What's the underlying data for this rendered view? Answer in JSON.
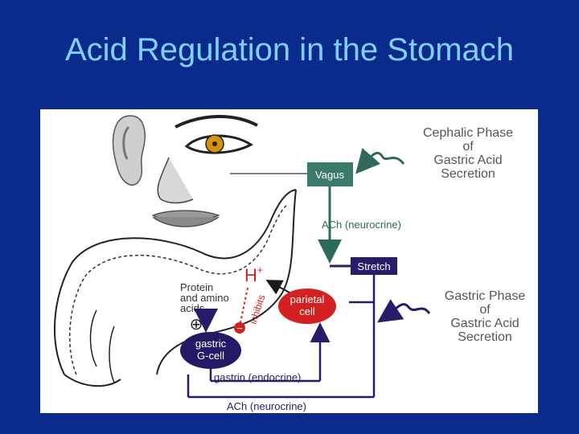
{
  "slide": {
    "title": "Acid Regulation in the Stomach"
  },
  "diagram": {
    "cephalic_phase": [
      "Cephalic Phase",
      "of",
      "Gastric Acid",
      "Secretion"
    ],
    "gastric_phase": [
      "Gastric Phase",
      "of",
      "Gastric Acid",
      "Secretion"
    ],
    "vagus": "Vagus",
    "stretch": "Stretch",
    "ach_top": "ACh (neurocrine)",
    "ach_bottom": "ACh (neurocrine)",
    "gastrin": "gastrin (endocrine)",
    "hplus": "H",
    "hplus_sup": "+",
    "protein": [
      "Protein",
      "and amino",
      "acids"
    ],
    "inhibits": "inhibits",
    "parietal": [
      "parietal",
      "cell"
    ],
    "gcell": [
      "gastric",
      "G-cell"
    ],
    "plus_sign": "⊕",
    "minus_sign": "−"
  },
  "colors": {
    "background": "#0a2a8c",
    "title": "#7fd0ff",
    "vagus_box": "#3a7a6a",
    "stretch_box": "#2a1a6a",
    "parietal": "#d42020",
    "gcell": "#221a66",
    "inhibit": "#d42020"
  }
}
